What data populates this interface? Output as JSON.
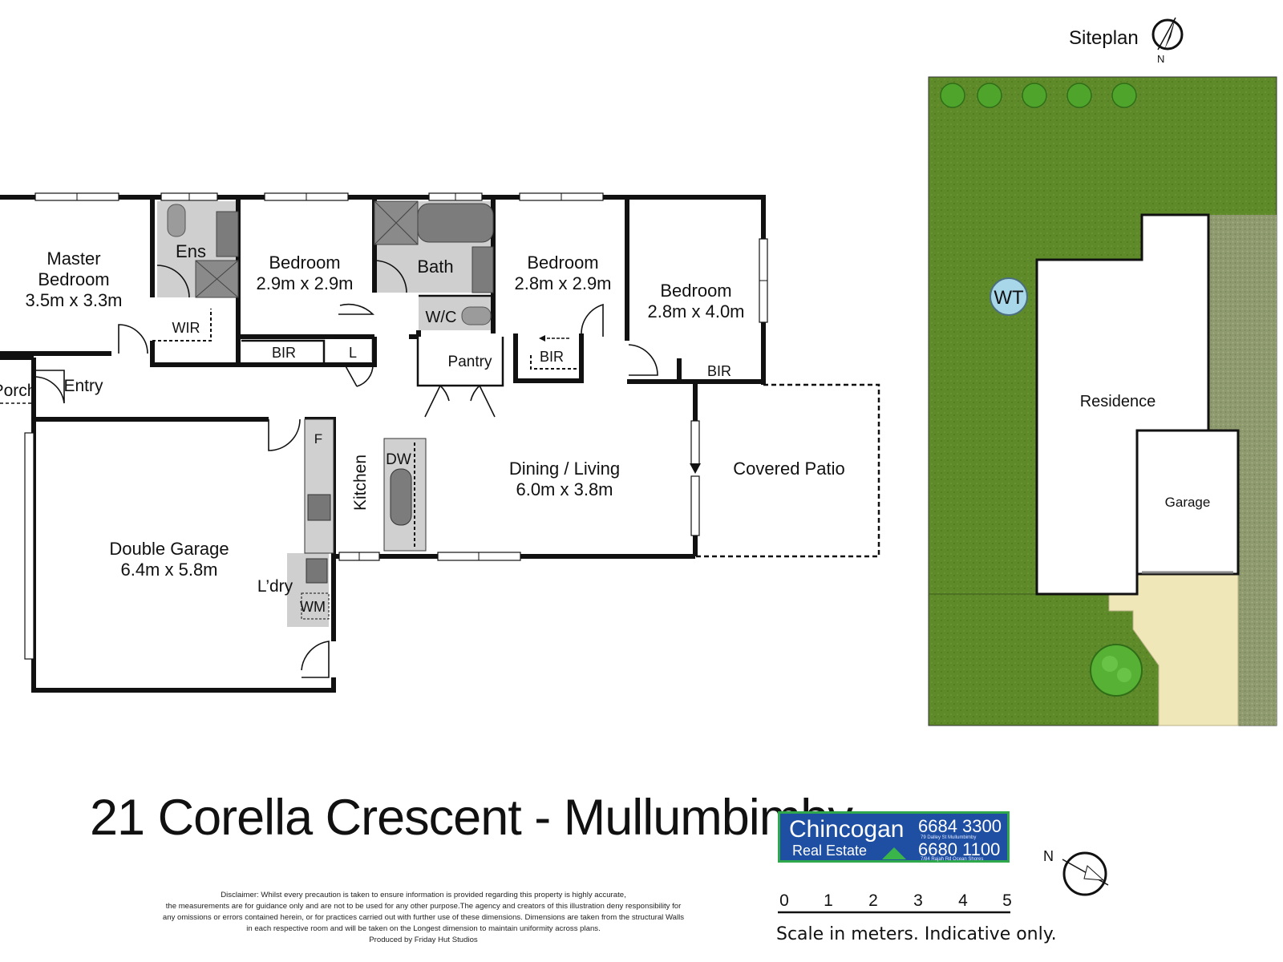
{
  "title": "21 Corella Crescent - Mullumbimby",
  "rooms": {
    "master": {
      "name": "Master",
      "name2": "Bedroom",
      "size": "3.5m x 3.3m"
    },
    "ens": "Ens",
    "wir": "WIR",
    "bed2": {
      "name": "Bedroom",
      "size": "2.9m x 2.9m"
    },
    "bir1": "BIR",
    "linen": "L",
    "bath": "Bath",
    "wc": "W/C",
    "pantry": "Pantry",
    "bed3": {
      "name": "Bedroom",
      "size": "2.8m x 2.9m"
    },
    "bir2": "BIR",
    "bed4": {
      "name": "Bedroom",
      "size": "2.8m x 4.0m"
    },
    "bir3": "BIR",
    "porch": "Porch",
    "entry": "Entry",
    "fridge": "F",
    "kitchen": "Kitchen",
    "dw": "DW",
    "dining": {
      "name": "Dining / Living",
      "size": "6.0m x 3.8m"
    },
    "patio": "Covered Patio",
    "garage": {
      "name": "Double Garage",
      "size": "6.4m x 5.8m"
    },
    "laundry": "L’dry",
    "wm": "WM"
  },
  "siteplan": {
    "label": "Siteplan",
    "north": "N",
    "wt": "WT",
    "residence": "Residence",
    "garage": "Garage"
  },
  "north_marker": "N",
  "logo": {
    "brand": "Chincogan",
    "sub": "Real Estate",
    "phone1": "6684 3300",
    "address1": "79 Dalley St Mullumbimby",
    "phone2": "6680 1100",
    "address2": "7/84 Rajah Rd Ocean Shores"
  },
  "scale": {
    "ticks": [
      "0",
      "1",
      "2",
      "3",
      "4",
      "5"
    ],
    "note": "Scale in meters. Indicative only."
  },
  "disclaimer": [
    "Disclaimer: Whilst every precaution is taken to ensure information is provided regarding this property is highly accurate,",
    "the measurements are for guidance only and are not to be used for any other purpose.The agency and creators of this illustration deny responsibility for",
    "any omissions or errors contained herein, or for practices carried out with further use of these dimensions. Dimensions are taken from the structural Walls",
    "in each respective room and will be taken on the Longest dimension to maintain uniformity across plans.",
    "Produced by Friday Hut Studios"
  ],
  "colors": {
    "lawn": "#5e8a2a",
    "gravel": "#8f9b6e",
    "driveway": "#efe7b8",
    "wet_area": "#cfcfcf",
    "logo_blue": "#1f4fa3",
    "logo_green": "#2ea84a"
  }
}
